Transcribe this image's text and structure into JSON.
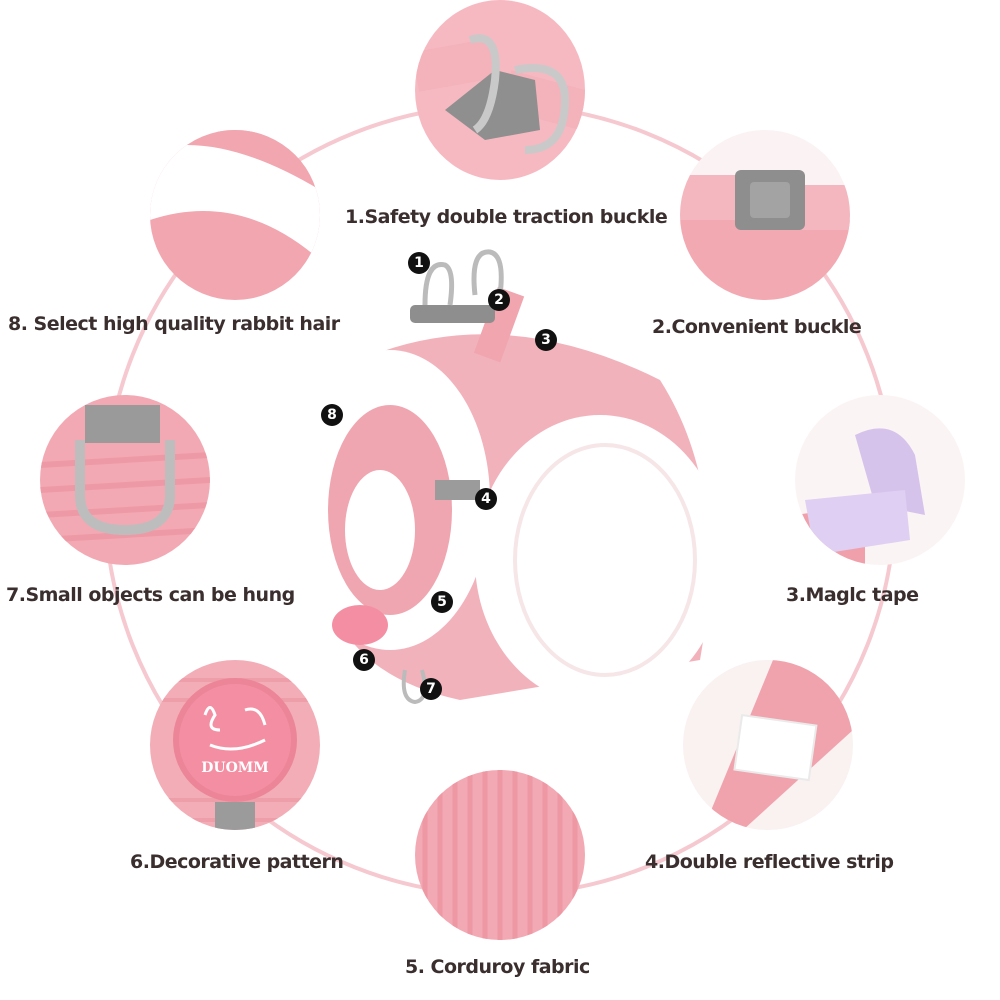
{
  "colors": {
    "ring": "#f5c9cf",
    "pink": "#f2a7b1",
    "pink_dark": "#e88d9a",
    "fur": "#ffffff",
    "gray": "#8c8c8c",
    "lilac": "#d9c6ee",
    "text": "#3a2e2e"
  },
  "features": [
    {
      "id": 1,
      "label": "1.Safety double traction buckle",
      "icon": "buckle-with-d-rings"
    },
    {
      "id": 2,
      "label": "2.Convenient buckle",
      "icon": "side-release-buckle"
    },
    {
      "id": 3,
      "label": "3.Maglc  tape",
      "icon": "velcro-tape"
    },
    {
      "id": 4,
      "label": "4.Double reflective strip",
      "icon": "reflective-strip"
    },
    {
      "id": 5,
      "label": "5. Corduroy fabric",
      "icon": "corduroy-texture"
    },
    {
      "id": 6,
      "label": "6.Decorative pattern",
      "icon": "brand-patch"
    },
    {
      "id": 7,
      "label": "7.Small objects can be hung",
      "icon": "d-ring"
    },
    {
      "id": 8,
      "label": "8. Select high quality rabbit hair",
      "icon": "plush-fur"
    }
  ],
  "patch": {
    "brand": "DUOMM"
  },
  "markers": [
    "1",
    "2",
    "3",
    "4",
    "5",
    "6",
    "7",
    "8"
  ]
}
